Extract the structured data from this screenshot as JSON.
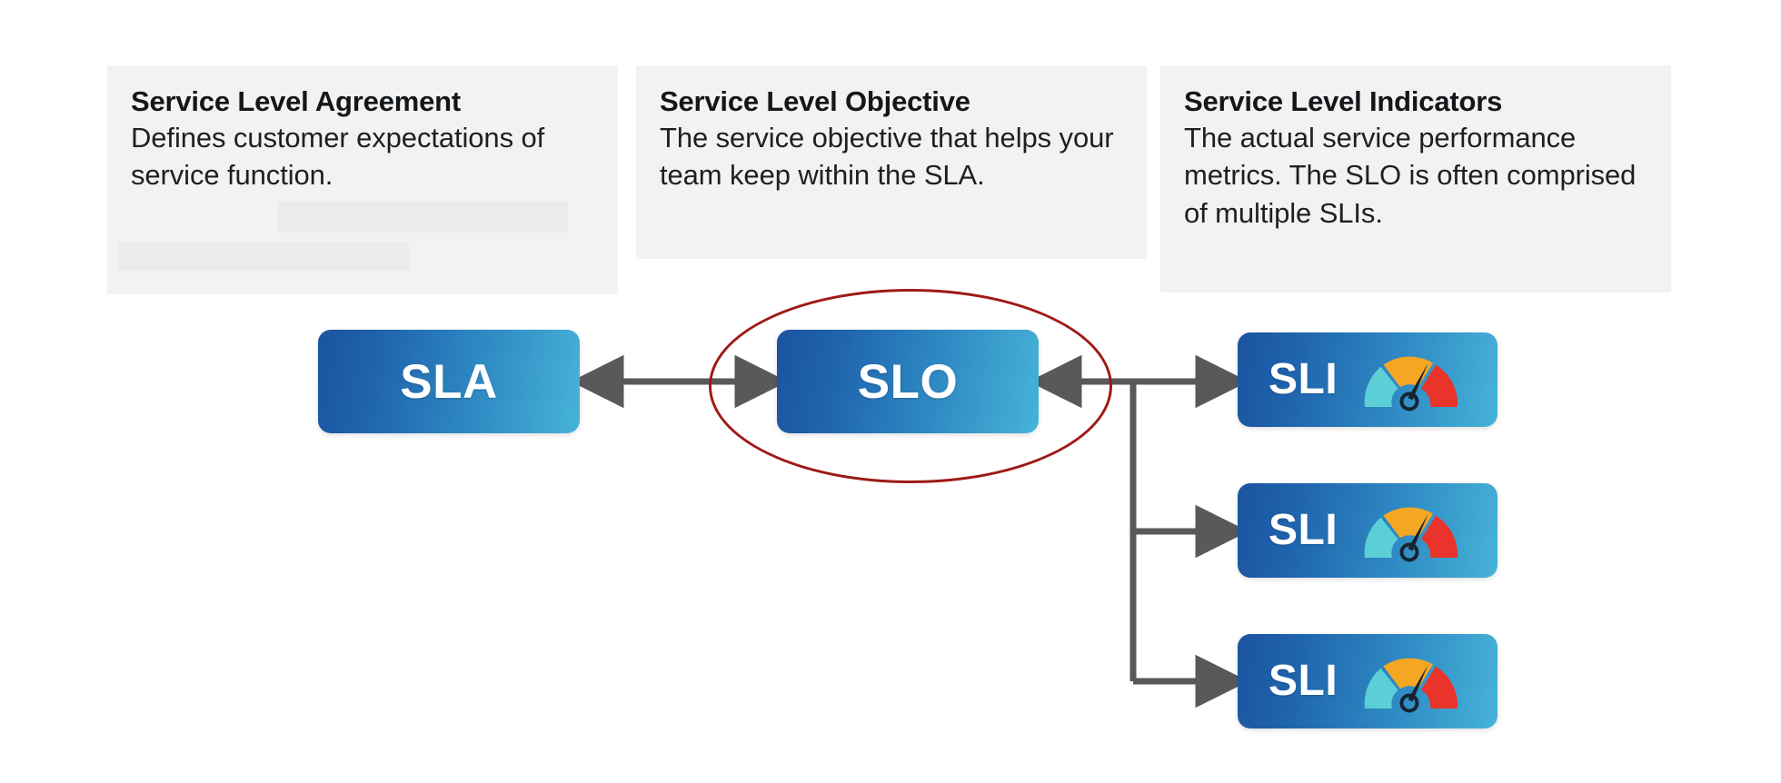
{
  "diagram": {
    "title": "SLA / SLO / SLI relationship diagram",
    "colors": {
      "card_background": "#f2f2f2",
      "skeleton_block": "#ebebeb",
      "pill_gradient_start": "#1b54a0",
      "pill_gradient_end": "#46b3d8",
      "connector": "#58595b",
      "highlight_ellipse": "#9e1a16",
      "gauge_low": "#5ccfd6",
      "gauge_mid": "#f5a623",
      "gauge_high": "#e8342a",
      "gauge_needle": "#1b2b3a",
      "page_background": "#ffffff"
    }
  },
  "cards": [
    {
      "id": "sla",
      "title": "Service Level Agreement",
      "body": "Defines customer expectations of service function.",
      "has_skeleton_blocks": true
    },
    {
      "id": "slo",
      "title": "Service Level Objective",
      "body": "The service objective that helps your team keep within the SLA.",
      "has_skeleton_blocks": false
    },
    {
      "id": "sli",
      "title": "Service Level Indicators",
      "body": "The actual service performance metrics. The SLO is often comprised of multiple SLIs.",
      "has_skeleton_blocks": false
    }
  ],
  "nodes": {
    "sla": {
      "label": "SLA"
    },
    "slo": {
      "label": "SLO"
    },
    "sli_1": {
      "label": "SLI",
      "icon": "gauge-icon"
    },
    "sli_2": {
      "label": "SLI",
      "icon": "gauge-icon"
    },
    "sli_3": {
      "label": "SLI",
      "icon": "gauge-icon"
    }
  },
  "connectors": [
    {
      "id": "sla-slo",
      "from": "SLA",
      "to": "SLO",
      "style": "double-headed-arrow"
    },
    {
      "id": "slo-sli-trunk",
      "from": "SLO",
      "to": "SLI branch trunk",
      "style": "double-headed-arrow"
    },
    {
      "id": "trunk-sli-1",
      "from": "trunk",
      "to": "SLI",
      "style": "arrow"
    },
    {
      "id": "trunk-sli-2",
      "from": "trunk",
      "to": "SLI",
      "style": "arrow"
    },
    {
      "id": "trunk-sli-3",
      "from": "trunk",
      "to": "SLI",
      "style": "arrow"
    }
  ],
  "highlight": {
    "target": "SLO",
    "shape": "ellipse",
    "color": "#9e1a16"
  }
}
